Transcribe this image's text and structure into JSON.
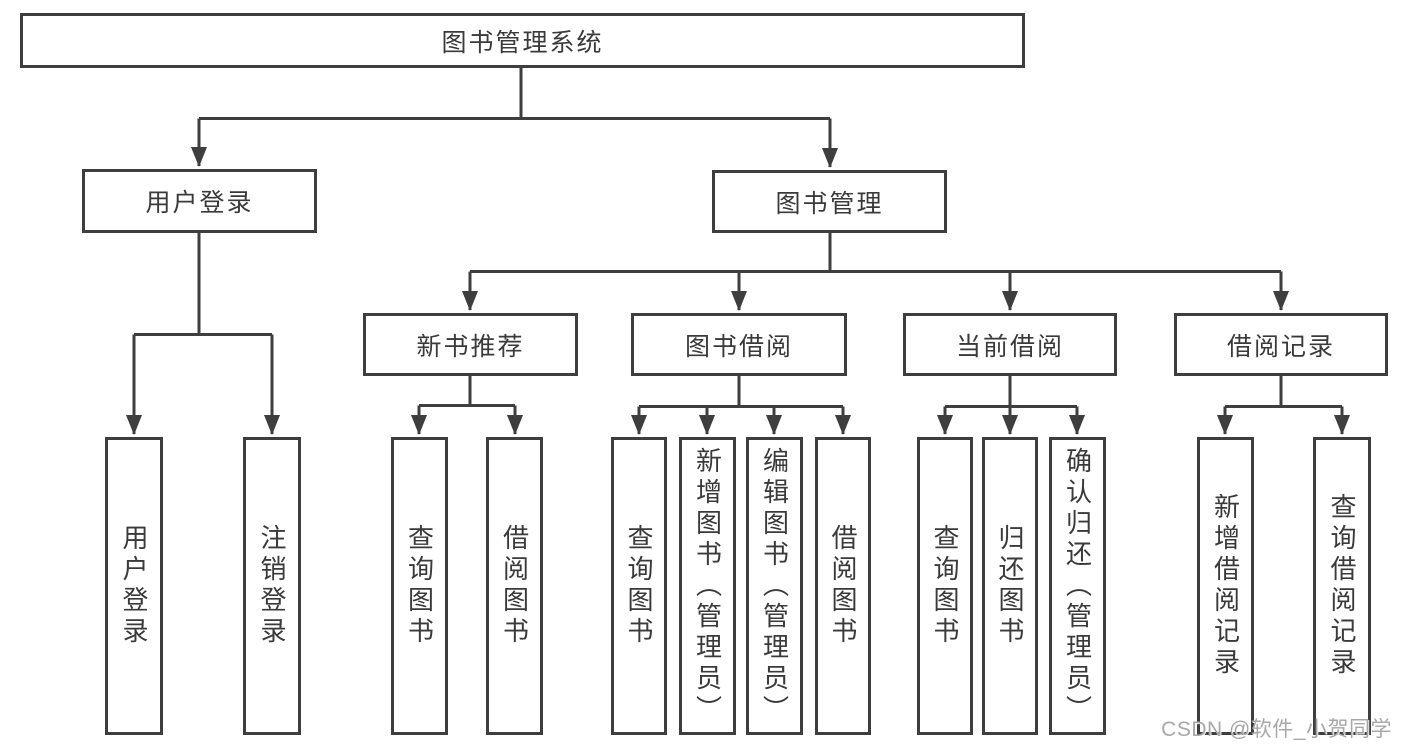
{
  "tree": {
    "label": "图书管理系统",
    "children": [
      {
        "label": "用户登录",
        "children": [
          {
            "label": "用户登录"
          },
          {
            "label": "注销登录"
          }
        ]
      },
      {
        "label": "图书管理",
        "children": [
          {
            "label": "新书推荐",
            "children": [
              {
                "label": "查询图书"
              },
              {
                "label": "借阅图书"
              }
            ]
          },
          {
            "label": "图书借阅",
            "children": [
              {
                "label": "查询图书"
              },
              {
                "label": "新增图书（管理员）"
              },
              {
                "label": "编辑图书（管理员）"
              },
              {
                "label": "借阅图书"
              }
            ]
          },
          {
            "label": "当前借阅",
            "children": [
              {
                "label": "查询图书"
              },
              {
                "label": "归还图书"
              },
              {
                "label": "确认归还（管理员）"
              }
            ]
          },
          {
            "label": "借阅记录",
            "children": [
              {
                "label": "新增借阅记录"
              },
              {
                "label": "查询借阅记录"
              }
            ]
          }
        ]
      }
    ]
  },
  "watermark": {
    "text": "CSDN @软件_小贺同学"
  },
  "colors": {
    "line": "#3e3e3e",
    "box_border": "#3e3e3e",
    "text": "#3a3a3a",
    "background": "#ffffff",
    "watermark": "#a8a8a8"
  }
}
